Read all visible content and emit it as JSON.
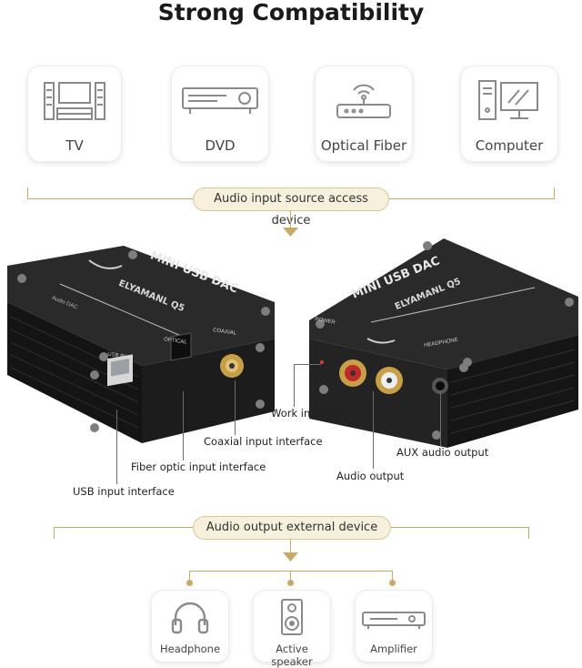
{
  "title": "Strong Compatibility",
  "input_sources": [
    {
      "label": "TV",
      "icon": "tv-home-theater-icon"
    },
    {
      "label": "DVD",
      "icon": "dvd-player-icon"
    },
    {
      "label": "Optical Fiber",
      "icon": "router-icon"
    },
    {
      "label": "Computer",
      "icon": "desktop-computer-icon"
    }
  ],
  "input_banner": "Audio input source access device",
  "output_banner": "Audio output external device",
  "device": {
    "brand": "ELYAMANL Q5",
    "model": "MINI USB DAC",
    "model_sub": "Audio DAC",
    "front_ports": {
      "usb": "USB IN",
      "optical": "OPTICAL",
      "coaxial": "COAXIAL"
    },
    "back_ports": {
      "power": "POWER",
      "headphone": "HEADPHONE"
    }
  },
  "annotations": {
    "work_indicator": "Work indicator",
    "coaxial": "Coaxial input interface",
    "fiber": "Fiber optic input interface",
    "usb": "USB input interface",
    "aux": "AUX audio output",
    "audio_output": "Audio output"
  },
  "outputs": [
    {
      "label": "Headphone",
      "icon": "headphone-icon"
    },
    {
      "label": "Active speaker",
      "icon": "speaker-icon"
    },
    {
      "label": "Amplifier",
      "icon": "amplifier-icon"
    }
  ],
  "colors": {
    "gold": "#c9aa63",
    "pill_bg": "#f6f0dc",
    "device": "#1c1c1c"
  }
}
